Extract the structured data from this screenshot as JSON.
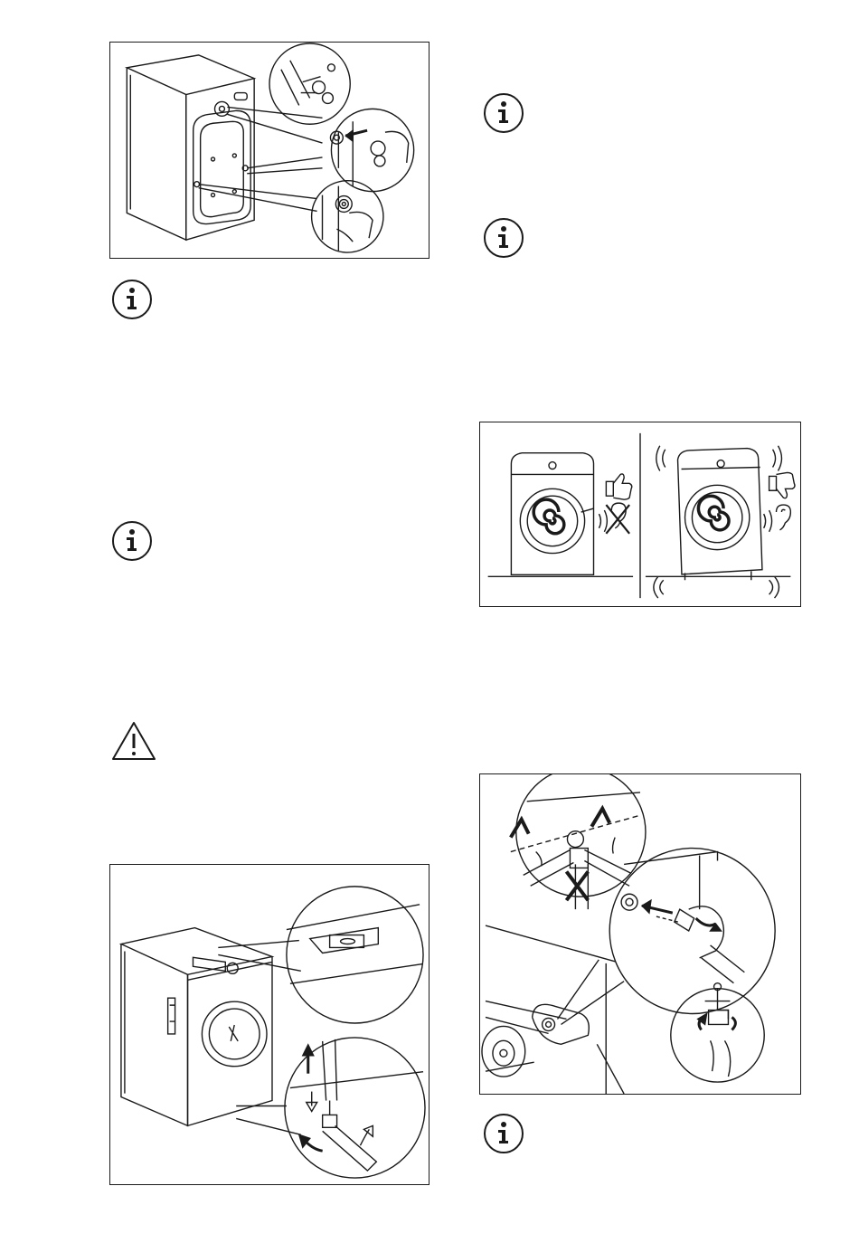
{
  "page": {
    "background": "#ffffff",
    "line_color": "#1a1a1a"
  },
  "figures": [
    {
      "id": "fig-remove-transit-bolts",
      "icon": "transit-bolt-removal-illustration"
    },
    {
      "id": "fig-level-appliance",
      "icon": "spirit-level-adjust-feet-illustration"
    },
    {
      "id": "fig-vibration-noise",
      "icon": "vibration-noise-comparison-illustration"
    },
    {
      "id": "fig-inlet-hose",
      "icon": "inlet-hose-connection-illustration"
    }
  ],
  "notes": [
    {
      "id": "info-1",
      "icon": "information-icon"
    },
    {
      "id": "info-2",
      "icon": "information-icon"
    },
    {
      "id": "warning-1",
      "icon": "warning-triangle-icon"
    },
    {
      "id": "info-3",
      "icon": "information-icon"
    },
    {
      "id": "info-4",
      "icon": "information-icon"
    },
    {
      "id": "info-5",
      "icon": "information-icon"
    }
  ]
}
